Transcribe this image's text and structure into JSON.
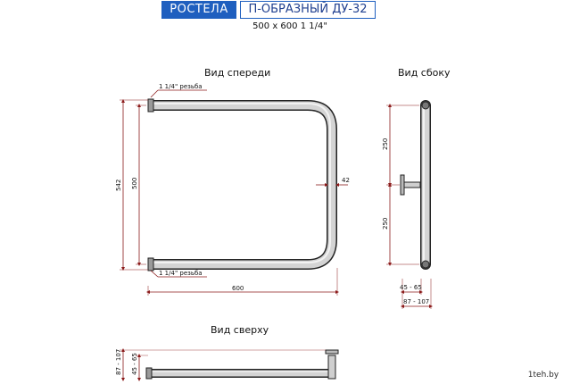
{
  "header": {
    "brand": "РОСТЕЛА",
    "model": "П-ОБРАЗНЫЙ ДУ-32",
    "size": "500 x 600 1 1/4\""
  },
  "views": {
    "front": "Вид спереди",
    "side": "Вид сбоку",
    "top": "Вид сверху"
  },
  "front_dims": {
    "thread_top": "1 1/4\" резьба",
    "thread_bottom": "1 1/4\" резьба",
    "height_total": "542",
    "height_inner": "500",
    "width": "600",
    "depth": "42"
  },
  "side_dims": {
    "upper": "250",
    "lower": "250",
    "mount_a": "45 - 65",
    "mount_b": "87 - 107"
  },
  "top_dims": {
    "mount_b": "87 - 107",
    "mount_a": "45 - 65"
  },
  "watermark": "1teh.by",
  "colors": {
    "pipe": "#c8c8c8",
    "pipe_edge": "#222222",
    "dim_line": "#8b1a1a",
    "brand": "#1f5fbf"
  }
}
